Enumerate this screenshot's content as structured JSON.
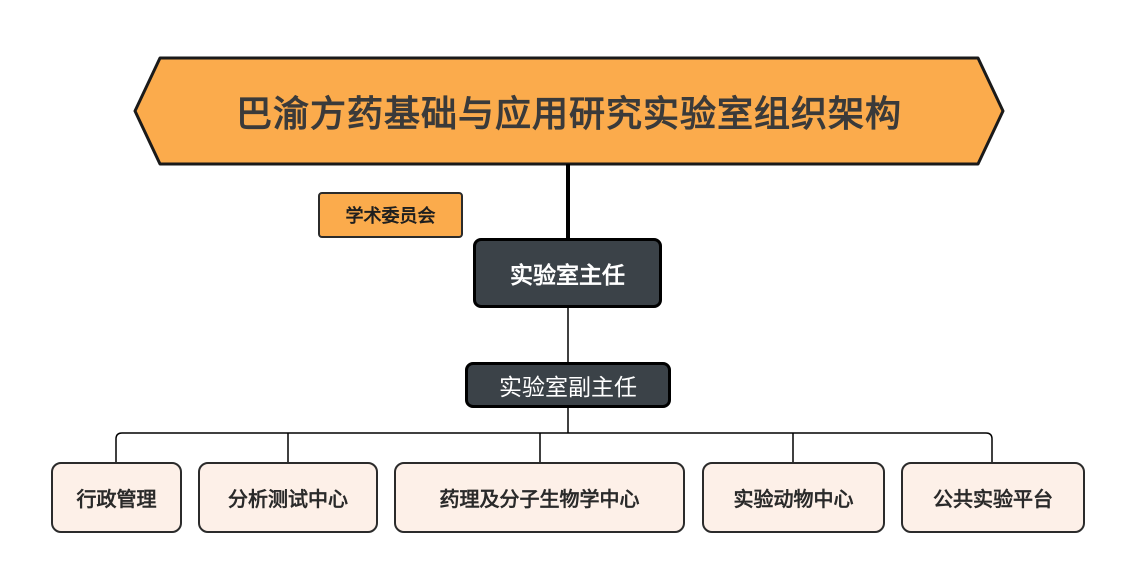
{
  "title": "巴渝方药基础与应用研究实验室组织架构",
  "committee": "学术委员会",
  "director": "实验室主任",
  "deputy_director": "实验室副主任",
  "departments": [
    "行政管理",
    "分析测试中心",
    "药理及分子生物学中心",
    "实验动物中心",
    "公共实验平台"
  ],
  "colors": {
    "title_fill": "#fbab4c",
    "committee_fill": "#fbab4c",
    "leader_fill": "#3b4248",
    "department_fill": "#fdf0e8",
    "outline": "#1a1a1a"
  }
}
